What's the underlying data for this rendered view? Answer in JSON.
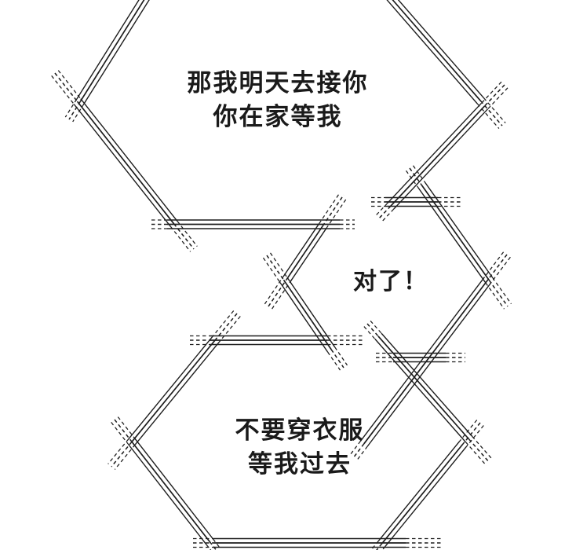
{
  "panel": {
    "background_color": "#ffffff",
    "ink_color": "#1c1c1c",
    "text_color": "#1a1a1a"
  },
  "bubbles": [
    {
      "name": "bubble-top",
      "lines": [
        "那我明天去接你",
        "你在家等我"
      ]
    },
    {
      "name": "bubble-middle",
      "lines": [
        "对了！"
      ]
    },
    {
      "name": "bubble-bottom",
      "lines": [
        "不要穿衣服",
        "等我过去"
      ]
    }
  ]
}
